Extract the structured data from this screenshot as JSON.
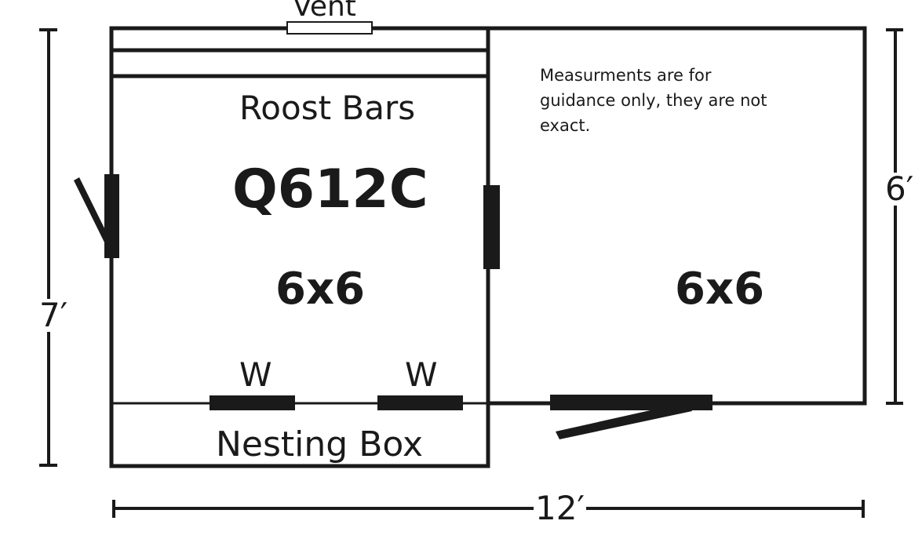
{
  "labels": {
    "vent": "Vent",
    "roost_bars": "Roost Bars",
    "model": "Q612C",
    "coop_size": "6x6",
    "run_size": "6x6",
    "window_left": "W",
    "window_right": "W",
    "nesting_box": "Nesting Box"
  },
  "note": "Measurments are for guidance only, they are not exact.",
  "dimensions": {
    "height_left": "7′",
    "height_right": "6′",
    "width": "12′"
  },
  "colors": {
    "line": "#1a1a1a",
    "background": "#ffffff"
  }
}
